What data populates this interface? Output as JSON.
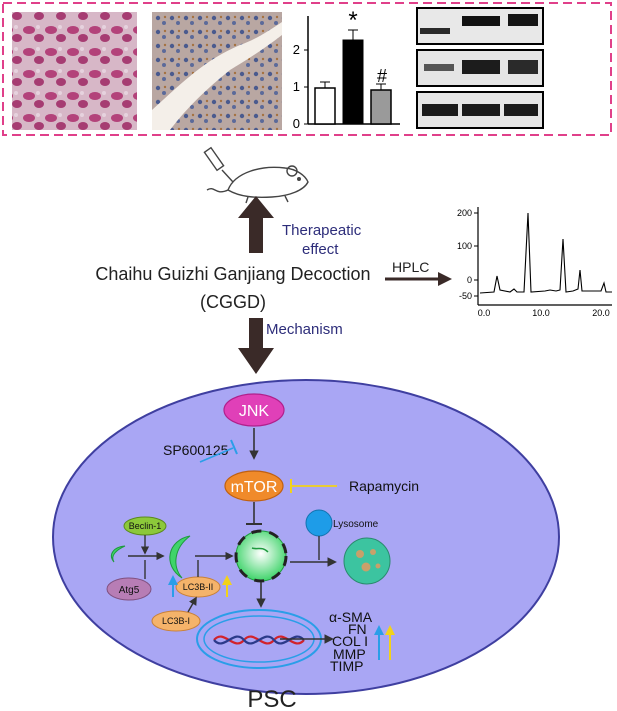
{
  "panel_top": {
    "bar_chart": {
      "y_ticks": [
        "0",
        "1",
        "2"
      ],
      "annotations": [
        "*",
        "#"
      ]
    }
  },
  "hplc": {
    "label": "HPLC",
    "y_ticks": [
      "200",
      "100",
      "0",
      "-50"
    ],
    "x_ticks": [
      "0.0",
      "10.0",
      "20.0"
    ]
  },
  "center": {
    "decoction_name": "Chaihu Guizhi Ganjiang Decoction",
    "abbreviation": "(CGGD)",
    "effect_label_line1": "Therapeatic",
    "effect_label_line2": "effect",
    "mechanism_label": "Mechanism"
  },
  "cell": {
    "label": "PSC",
    "jnk": "JNK",
    "mtor": "mTOR",
    "inhibitor_jnk": "SP600125",
    "inhibitor_mtor": "Rapamycin",
    "beclin": "Beclin-1",
    "atg5": "Atg5",
    "lc3b_ii": "LC3B-II",
    "lc3b_i": "LC3B-I",
    "lysosome": "Lysosome",
    "markers": [
      "α-SMA",
      "FN",
      "COL I",
      "MMP",
      "TIMP"
    ]
  },
  "colors": {
    "cell_fill": "#a9a6f4",
    "cell_stroke": "#3f3fa0",
    "jnk_fill": "#e040b8",
    "mtor_fill": "#f08a2a",
    "dashed_border": "#e0408a",
    "inhibit_blue": "#2a9ee8",
    "inhibit_yellow": "#f2d21a",
    "label_navy": "#2d2d7a"
  }
}
